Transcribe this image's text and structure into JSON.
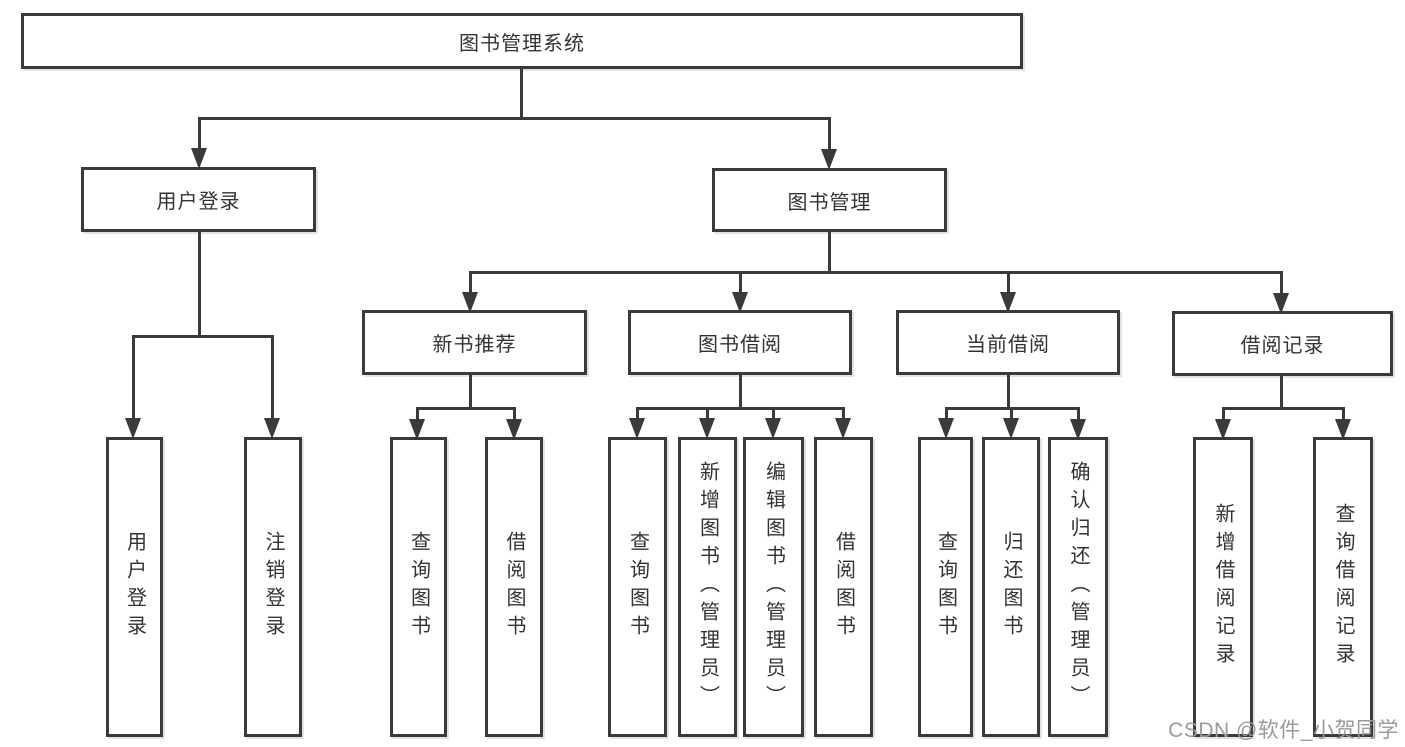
{
  "diagram": {
    "root": {
      "label": "图书管理系统"
    },
    "level2": [
      {
        "label": "用户登录"
      },
      {
        "label": "图书管理"
      }
    ],
    "level3": [
      {
        "label": "新书推荐"
      },
      {
        "label": "图书借阅"
      },
      {
        "label": "当前借阅"
      },
      {
        "label": "借阅记录"
      }
    ],
    "leaves": {
      "user_login": [
        "用户登录",
        "注销登录"
      ],
      "new_book": [
        "查询图书",
        "借阅图书"
      ],
      "borrow": [
        "查询图书",
        "新增图书（管理员）",
        "编辑图书（管理员）",
        "借阅图书"
      ],
      "current": [
        "查询图书",
        "归还图书",
        "确认归还（管理员）"
      ],
      "records": [
        "新增借阅记录",
        "查询借阅记录"
      ]
    }
  },
  "watermark": "CSDN @软件_小贺同学",
  "colors": {
    "line": "#3a3a3a",
    "text": "#333333",
    "watermark": "#9a9a9a",
    "background": "#ffffff"
  }
}
